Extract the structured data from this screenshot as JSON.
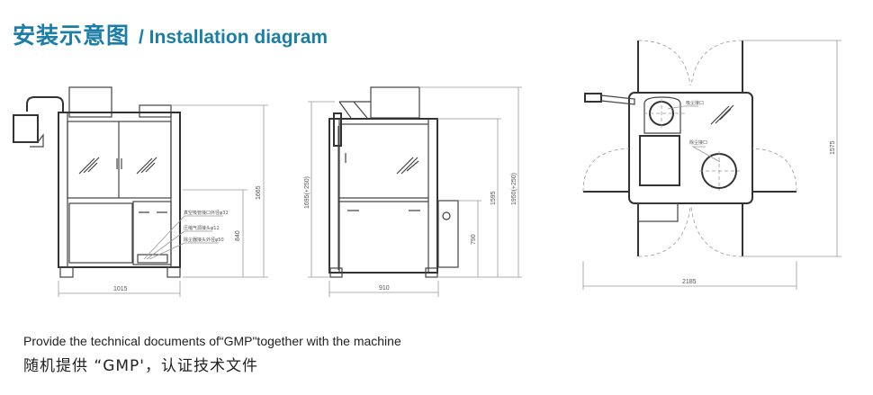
{
  "title": {
    "cn": "安装示意图",
    "en": "/ Installation diagram"
  },
  "front_view": {
    "dim_height": "1665",
    "dim_work_height": "840",
    "dim_width": "1015",
    "callouts": [
      "真空吸管接口外径φ32",
      "压缩气源接头φ12",
      "除尘器接头外径φ50"
    ]
  },
  "side_view": {
    "dim_height_left": "1695(+250)",
    "dim_frame_height": "1595",
    "dim_total_height": "1950(+250)",
    "dim_box_height": "790",
    "dim_width": "910"
  },
  "top_view": {
    "dim_width": "2185",
    "dim_depth": "1575",
    "labels": [
      "吸尘接口",
      "除尘接口"
    ]
  },
  "notes": {
    "en": "Provide the technical documents of“GMP\"together with the machine",
    "cn": "随机提供 “GMP'，认证技术文件"
  },
  "colors": {
    "title": "#1a7ea8"
  }
}
